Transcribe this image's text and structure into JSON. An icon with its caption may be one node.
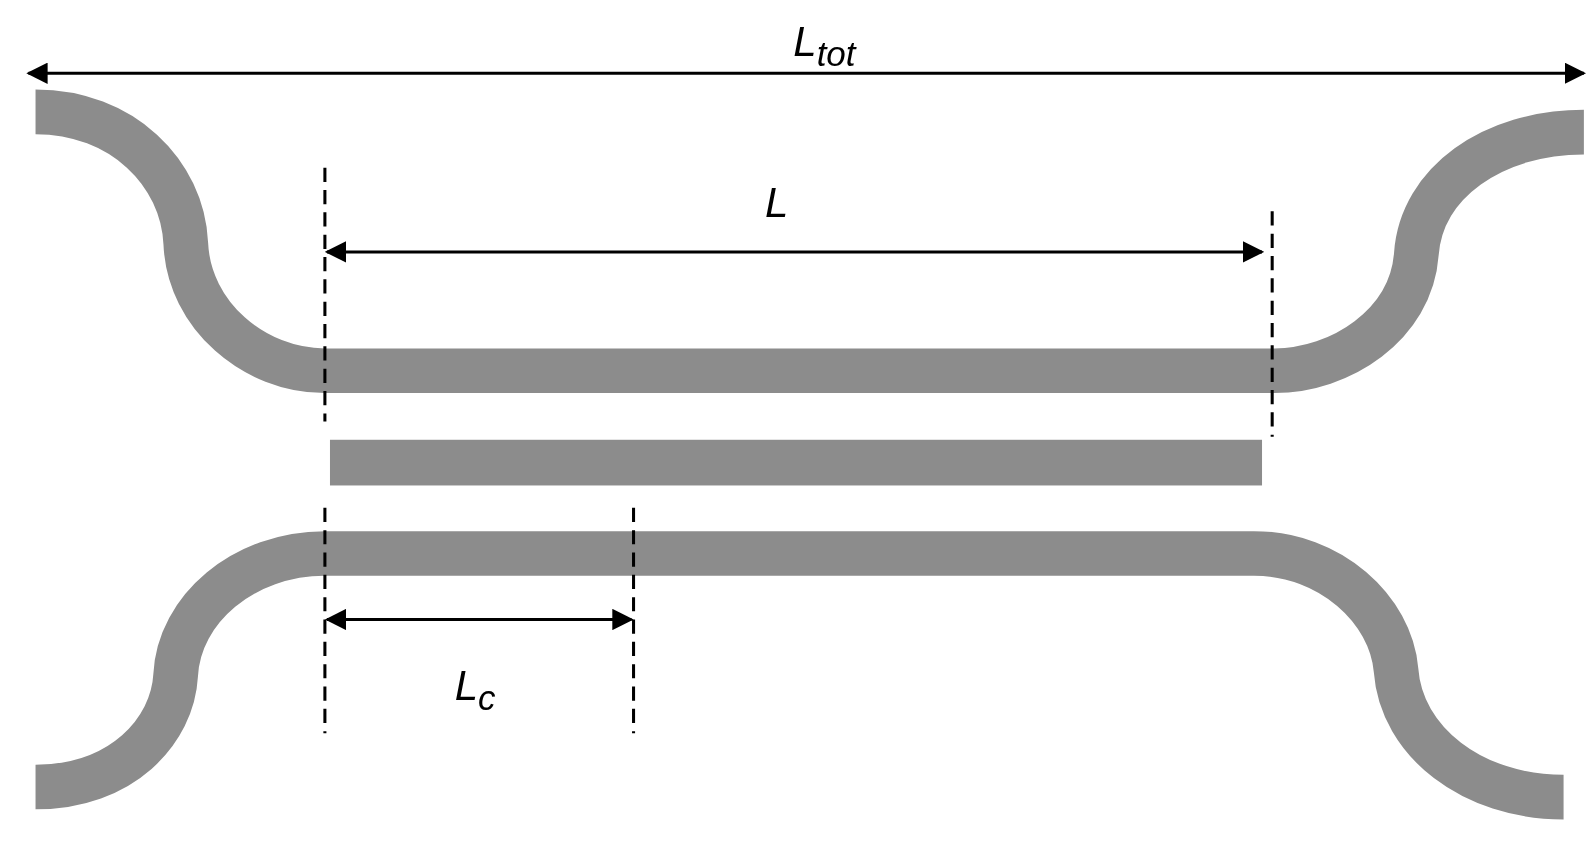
{
  "diagram": {
    "labels": [
      "L$_{tot}$",
      "L",
      "L$_{c}$"
    ]
  }
}
